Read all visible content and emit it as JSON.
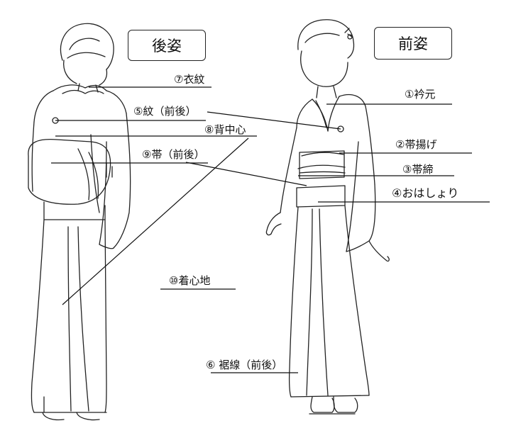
{
  "titles": {
    "back": "後姿",
    "front": "前姿"
  },
  "labels": {
    "l7": "⑦衣紋",
    "l5": "⑤紋（前後）",
    "l8": "⑧背中心",
    "l9": "⑨帯（前後）",
    "l10": "⑩着心地",
    "l1": "①衿元",
    "l2": "②帯揚げ",
    "l3": "③帯締",
    "l4": "④おはしょり",
    "l6": "⑥  裾線（前後）"
  }
}
